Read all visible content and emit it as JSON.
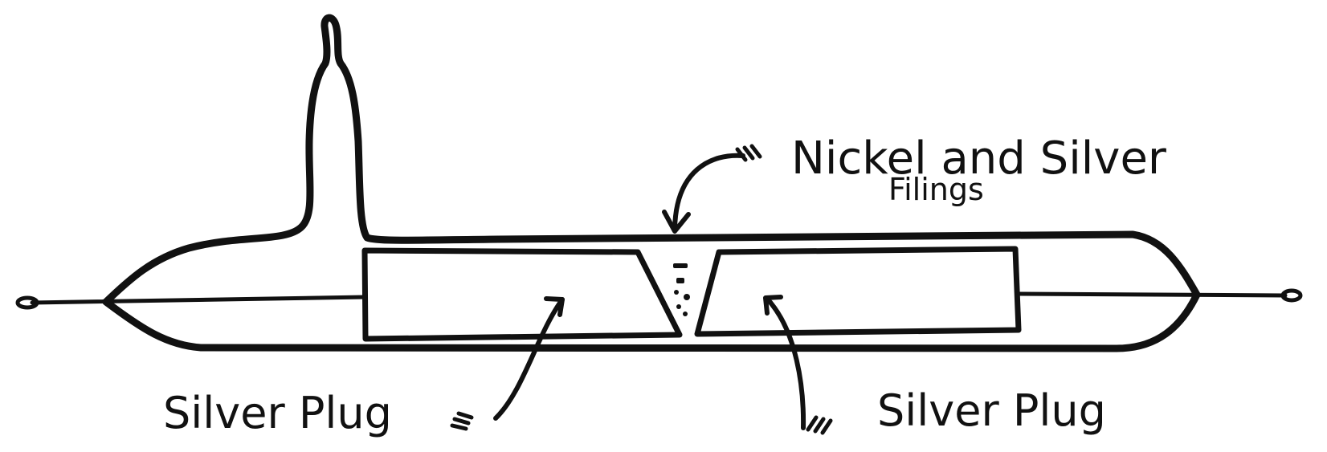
{
  "labels": {
    "filings_line1": "Nickel and Silver",
    "filings_line2": "Filings",
    "left_plug": "Silver Plug",
    "right_plug": "Silver Plug"
  }
}
